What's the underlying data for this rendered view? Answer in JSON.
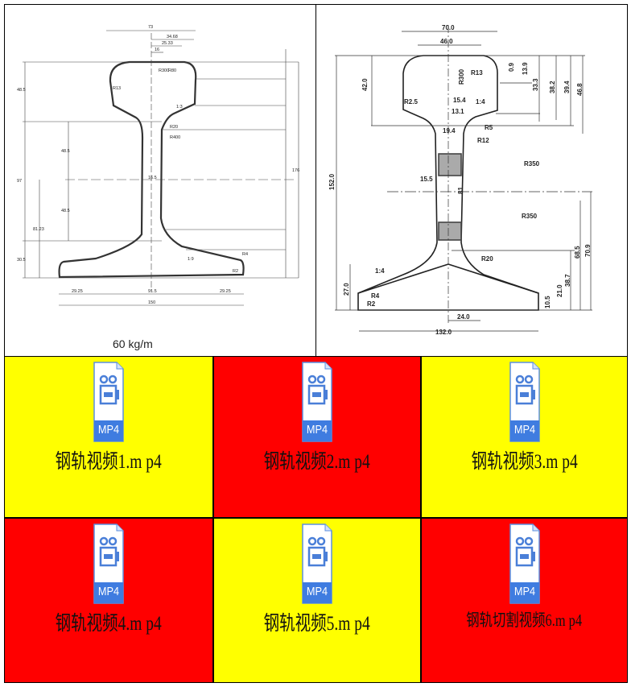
{
  "left_drawing": {
    "caption": "60 kg/m",
    "dims": [
      "73",
      "34.68",
      "25.33",
      "16",
      "48.5",
      "97",
      "48.5",
      "48.5",
      "81.23",
      "30.5",
      "176",
      "16.5",
      "150",
      "29.25",
      "91.5",
      "29.25",
      "R13",
      "R300",
      "R80",
      "R20",
      "R400",
      "1:3",
      "1:9",
      "R2",
      "R4"
    ]
  },
  "right_drawing": {
    "dims": [
      "70.0",
      "46.0",
      "42.0",
      "152.0",
      "132.0",
      "24.0",
      "15.4",
      "13.1",
      "19.4",
      "R13",
      "R300",
      "R2.5",
      "R5",
      "R12",
      "R350",
      "R350",
      "R20",
      "1:4",
      "1:4",
      "0.9",
      "13.9",
      "33.3",
      "38.2",
      "39.4",
      "46.8",
      "70.9",
      "68.5",
      "38.7",
      "21.0",
      "10.5",
      "27.0",
      "15.5",
      "R4",
      "R2",
      "81"
    ]
  },
  "files": [
    {
      "name": "钢轨视频1.m p4",
      "badge": "MP4",
      "bg": "#ffff00"
    },
    {
      "name": "钢轨视频2.m p4",
      "badge": "MP4",
      "bg": "#ff0000"
    },
    {
      "name": "钢轨视频3.m p4",
      "badge": "MP4",
      "bg": "#ffff00"
    },
    {
      "name": "钢轨视频4.m p4",
      "badge": "MP4",
      "bg": "#ff0000"
    },
    {
      "name": "钢轨视频5.m p4",
      "badge": "MP4",
      "bg": "#ffff00"
    },
    {
      "name": "钢轨切割视频6.m p4",
      "badge": "MP4",
      "bg": "#ff0000"
    }
  ]
}
